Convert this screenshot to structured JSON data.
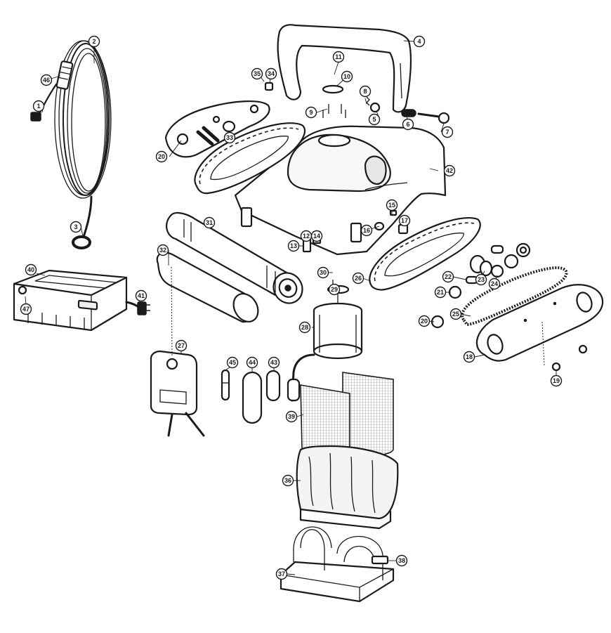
{
  "callouts": [
    {
      "label": "1"
    },
    {
      "label": "2"
    },
    {
      "label": "3"
    },
    {
      "label": "4"
    },
    {
      "label": "5"
    },
    {
      "label": "6"
    },
    {
      "label": "7"
    },
    {
      "label": "8"
    },
    {
      "label": "9"
    },
    {
      "label": "10"
    },
    {
      "label": "11"
    },
    {
      "label": "12"
    },
    {
      "label": "13"
    },
    {
      "label": "14"
    },
    {
      "label": "15"
    },
    {
      "label": "16"
    },
    {
      "label": "17"
    },
    {
      "label": "18"
    },
    {
      "label": "19"
    },
    {
      "label": "20"
    },
    {
      "label": "20"
    },
    {
      "label": "21"
    },
    {
      "label": "22"
    },
    {
      "label": "23"
    },
    {
      "label": "24"
    },
    {
      "label": "25"
    },
    {
      "label": "26"
    },
    {
      "label": "27"
    },
    {
      "label": "28"
    },
    {
      "label": "29"
    },
    {
      "label": "30"
    },
    {
      "label": "31"
    },
    {
      "label": "32"
    },
    {
      "label": "33"
    },
    {
      "label": "34"
    },
    {
      "label": "35"
    },
    {
      "label": "36"
    },
    {
      "label": "37"
    },
    {
      "label": "38"
    },
    {
      "label": "39"
    },
    {
      "label": "40"
    },
    {
      "label": "41"
    },
    {
      "label": "42"
    },
    {
      "label": "43"
    },
    {
      "label": "44"
    },
    {
      "label": "45"
    },
    {
      "label": "46"
    },
    {
      "label": "47"
    }
  ],
  "colors": {
    "line": "#1a1a1a",
    "fill": "#ffffff",
    "shade": "#efefef"
  }
}
